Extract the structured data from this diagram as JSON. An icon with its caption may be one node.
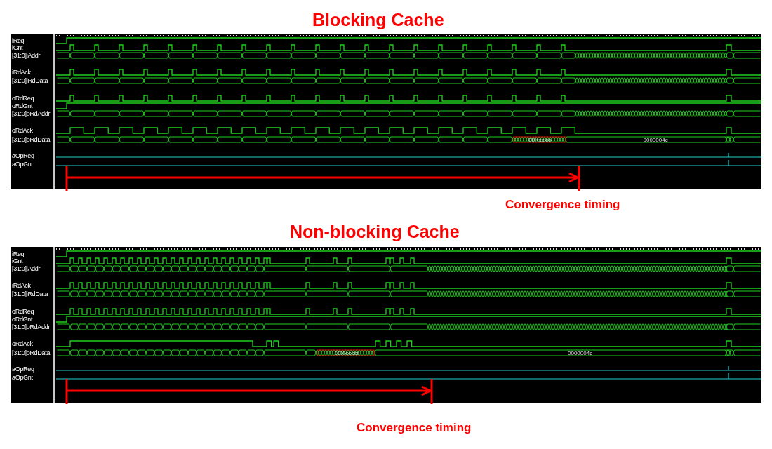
{
  "diagram": {
    "labels": [
      "Blocking Cache",
      "iReq",
      "iGnt",
      "[31:0]iAddr",
      "iRdAck",
      "[31:0]iRdData",
      "oRdReq",
      "oRdGnt",
      "[31:0]oRdAddr",
      "oRdAck",
      "[31:0]oRdData",
      "aOpReq",
      "aOpGnt",
      "00Xxxxxx",
      "0000004c",
      "Convergence timing",
      "Non-blocking Cache",
      "iReq",
      "iGnt",
      "[31:0]iAddr",
      "iRdAck",
      "[31:0]iRdData",
      "oRdReq",
      "oRdGnt",
      "[31:0]oRdAddr",
      "oRdAck",
      "[31:0]oRdData",
      "aOpReq",
      "aOpGnt",
      "00Xxxxxx",
      "0000004c",
      "Convergence timing"
    ]
  }
}
